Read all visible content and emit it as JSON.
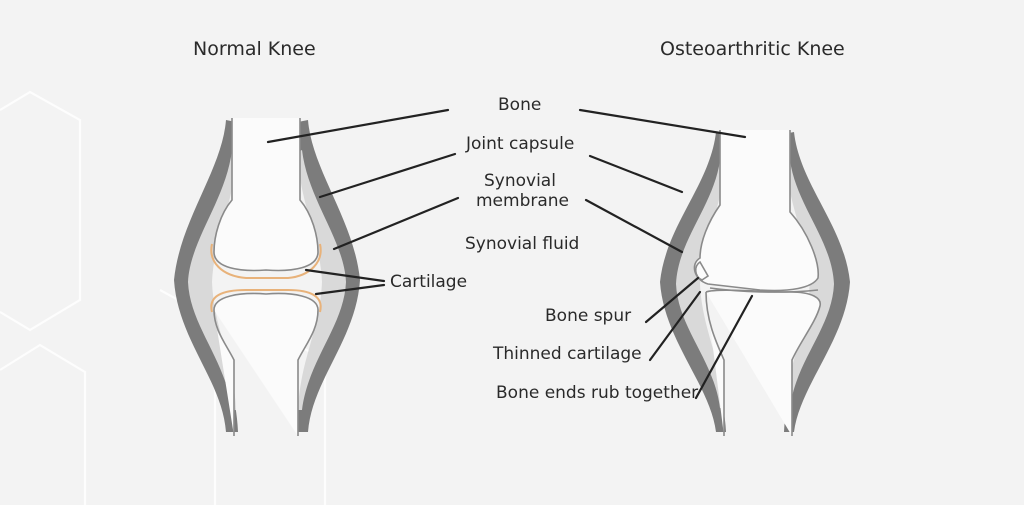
{
  "titles": {
    "normal": "Normal Knee",
    "oa": "Osteoarthritic Knee"
  },
  "labels": {
    "bone": "Bone",
    "joint_capsule": "Joint capsule",
    "synovial_line1": "Synovial",
    "synovial_line2": "membrane",
    "synovial_fluid": "Synovial fluid",
    "cartilage": "Cartilage",
    "bone_spur": "Bone spur",
    "thinned_cartilage": "Thinned cartilage",
    "bone_ends_rub": "Bone ends rub together"
  },
  "colors": {
    "background": "#f3f3f3",
    "cartilage": "#e8b27a",
    "capsule": "#7c7c7c",
    "synovial": "#d9d9d9"
  }
}
